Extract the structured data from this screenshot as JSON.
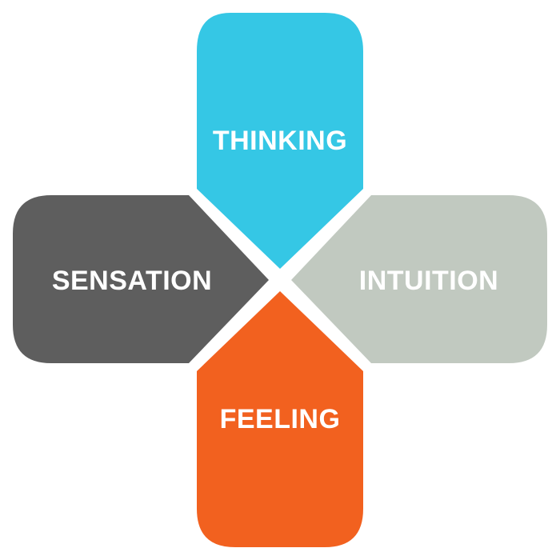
{
  "quadrants": {
    "top": {
      "label": "THINKING",
      "color": "#35C7E5"
    },
    "right": {
      "label": "INTUITION",
      "color": "#C1C9C0"
    },
    "bottom": {
      "label": "FEELING",
      "color": "#F2611F"
    },
    "left": {
      "label": "SENSATION",
      "color": "#5E5E5E"
    }
  }
}
